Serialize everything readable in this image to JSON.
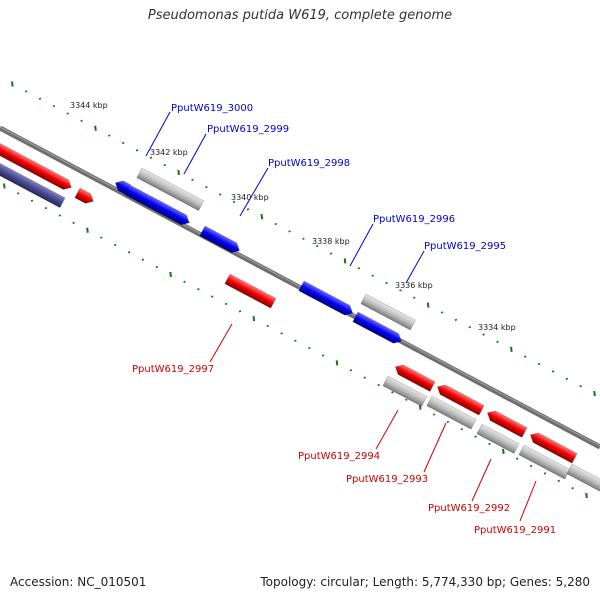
{
  "title": "Pseudomonas putida W619, complete genome",
  "footer": {
    "accession": "Accession: NC_010501",
    "topology": "Topology: circular; Length: 5,774,330 bp; Genes: 5,280"
  },
  "colors": {
    "forward": "#0000ee",
    "reverse": "#ee0000",
    "other": "#c0c0c0",
    "backbone": "#707070",
    "ticks": "#117711",
    "label_forward": "#0000cc",
    "label_reverse": "#cc0000"
  },
  "scale_ticks": [
    {
      "label": "3344 kbp",
      "kbp": 3344
    },
    {
      "label": "3342 kbp",
      "kbp": 3342
    },
    {
      "label": "3340 kbp",
      "kbp": 3340
    },
    {
      "label": "3338 kbp",
      "kbp": 3338
    },
    {
      "label": "3336 kbp",
      "kbp": 3336
    },
    {
      "label": "3334 kbp",
      "kbp": 3334
    }
  ],
  "genes": [
    {
      "label": "PputW619_3000",
      "strand": "forward"
    },
    {
      "label": "PputW619_2999",
      "strand": "forward"
    },
    {
      "label": "PputW619_2998",
      "strand": "forward"
    },
    {
      "label": "PputW619_2996",
      "strand": "forward"
    },
    {
      "label": "PputW619_2995",
      "strand": "forward"
    },
    {
      "label": "PputW619_2997",
      "strand": "reverse"
    },
    {
      "label": "PputW619_2994",
      "strand": "reverse"
    },
    {
      "label": "PputW619_2993",
      "strand": "reverse"
    },
    {
      "label": "PputW619_2992",
      "strand": "reverse"
    },
    {
      "label": "PputW619_2991",
      "strand": "reverse"
    }
  ]
}
